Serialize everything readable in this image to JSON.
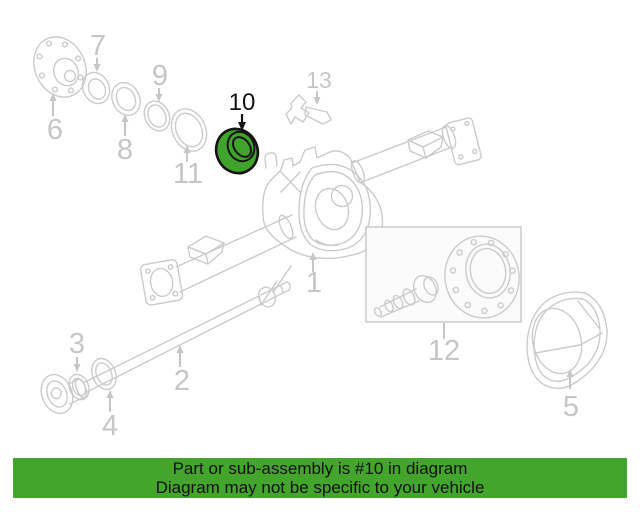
{
  "diagram": {
    "highlighted_part_number": "10",
    "line_color": "#cbcbcb",
    "label_color": "#c6c6c6",
    "highlight_fill": "#40a42c",
    "highlight_outline": "#141414",
    "parts": [
      {
        "number": "1"
      },
      {
        "number": "2"
      },
      {
        "number": "3"
      },
      {
        "number": "4"
      },
      {
        "number": "5"
      },
      {
        "number": "6"
      },
      {
        "number": "7"
      },
      {
        "number": "8"
      },
      {
        "number": "9"
      },
      {
        "number": "10"
      },
      {
        "number": "11"
      },
      {
        "number": "12"
      },
      {
        "number": "13"
      }
    ]
  },
  "banner": {
    "line1": "Part or sub-assembly is #10 in diagram",
    "line2": "Diagram may not be specific to your vehicle",
    "background_color": "#43a52b",
    "text_color": "#111111"
  }
}
